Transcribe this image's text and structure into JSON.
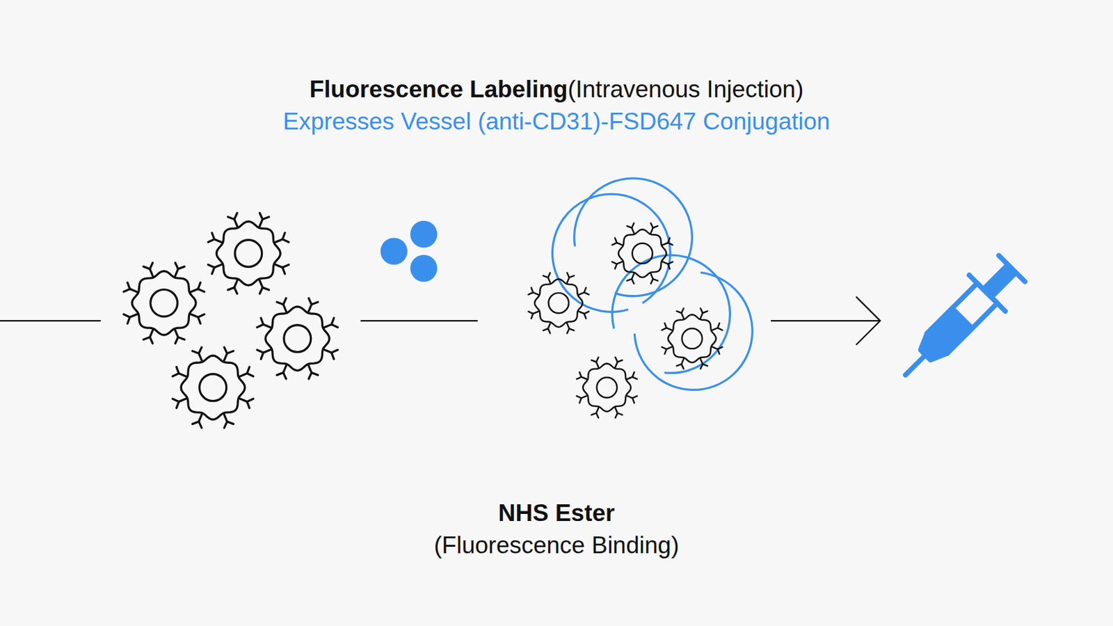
{
  "diagram": {
    "title": "Fluorescence Labeling",
    "labels": [
      "(Intravenous Injection)",
      "Expresses Vessel (anti-CD31)-FSD647 Conjugation",
      "NHS Ester",
      "(Fluorescence Binding)"
    ]
  }
}
